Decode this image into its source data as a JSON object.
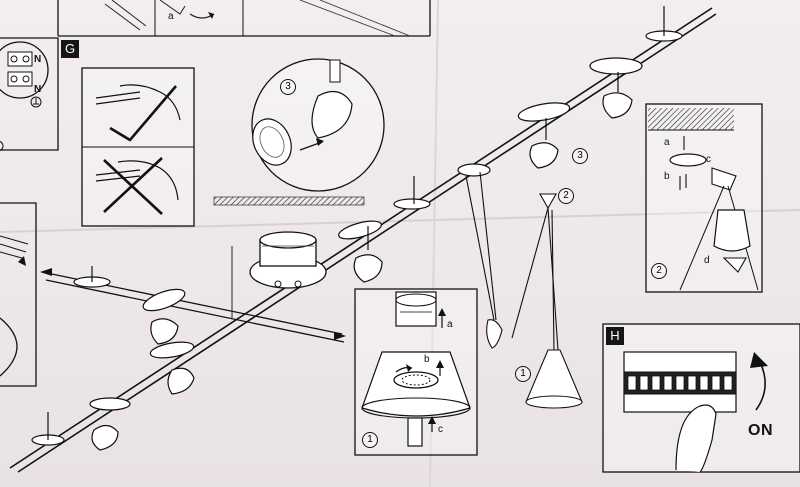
{
  "sections": {
    "g": "G",
    "h": "H"
  },
  "terminal": {
    "n_top": "N",
    "n_bottom": "N"
  },
  "step_numbers": {
    "lamp_swap": "3",
    "track_lamp": "3",
    "pendant_top": "2",
    "ceiling_canopy": "2",
    "pendant_assembly": "1",
    "pendant_hanging": "1"
  },
  "step_letters": {
    "top_a": "a",
    "shade_a": "a",
    "shade_b": "b",
    "shade_c": "c",
    "canopy_a": "a",
    "canopy_b": "b",
    "canopy_c": "c",
    "canopy_d": "d"
  },
  "switch_label": "ON"
}
